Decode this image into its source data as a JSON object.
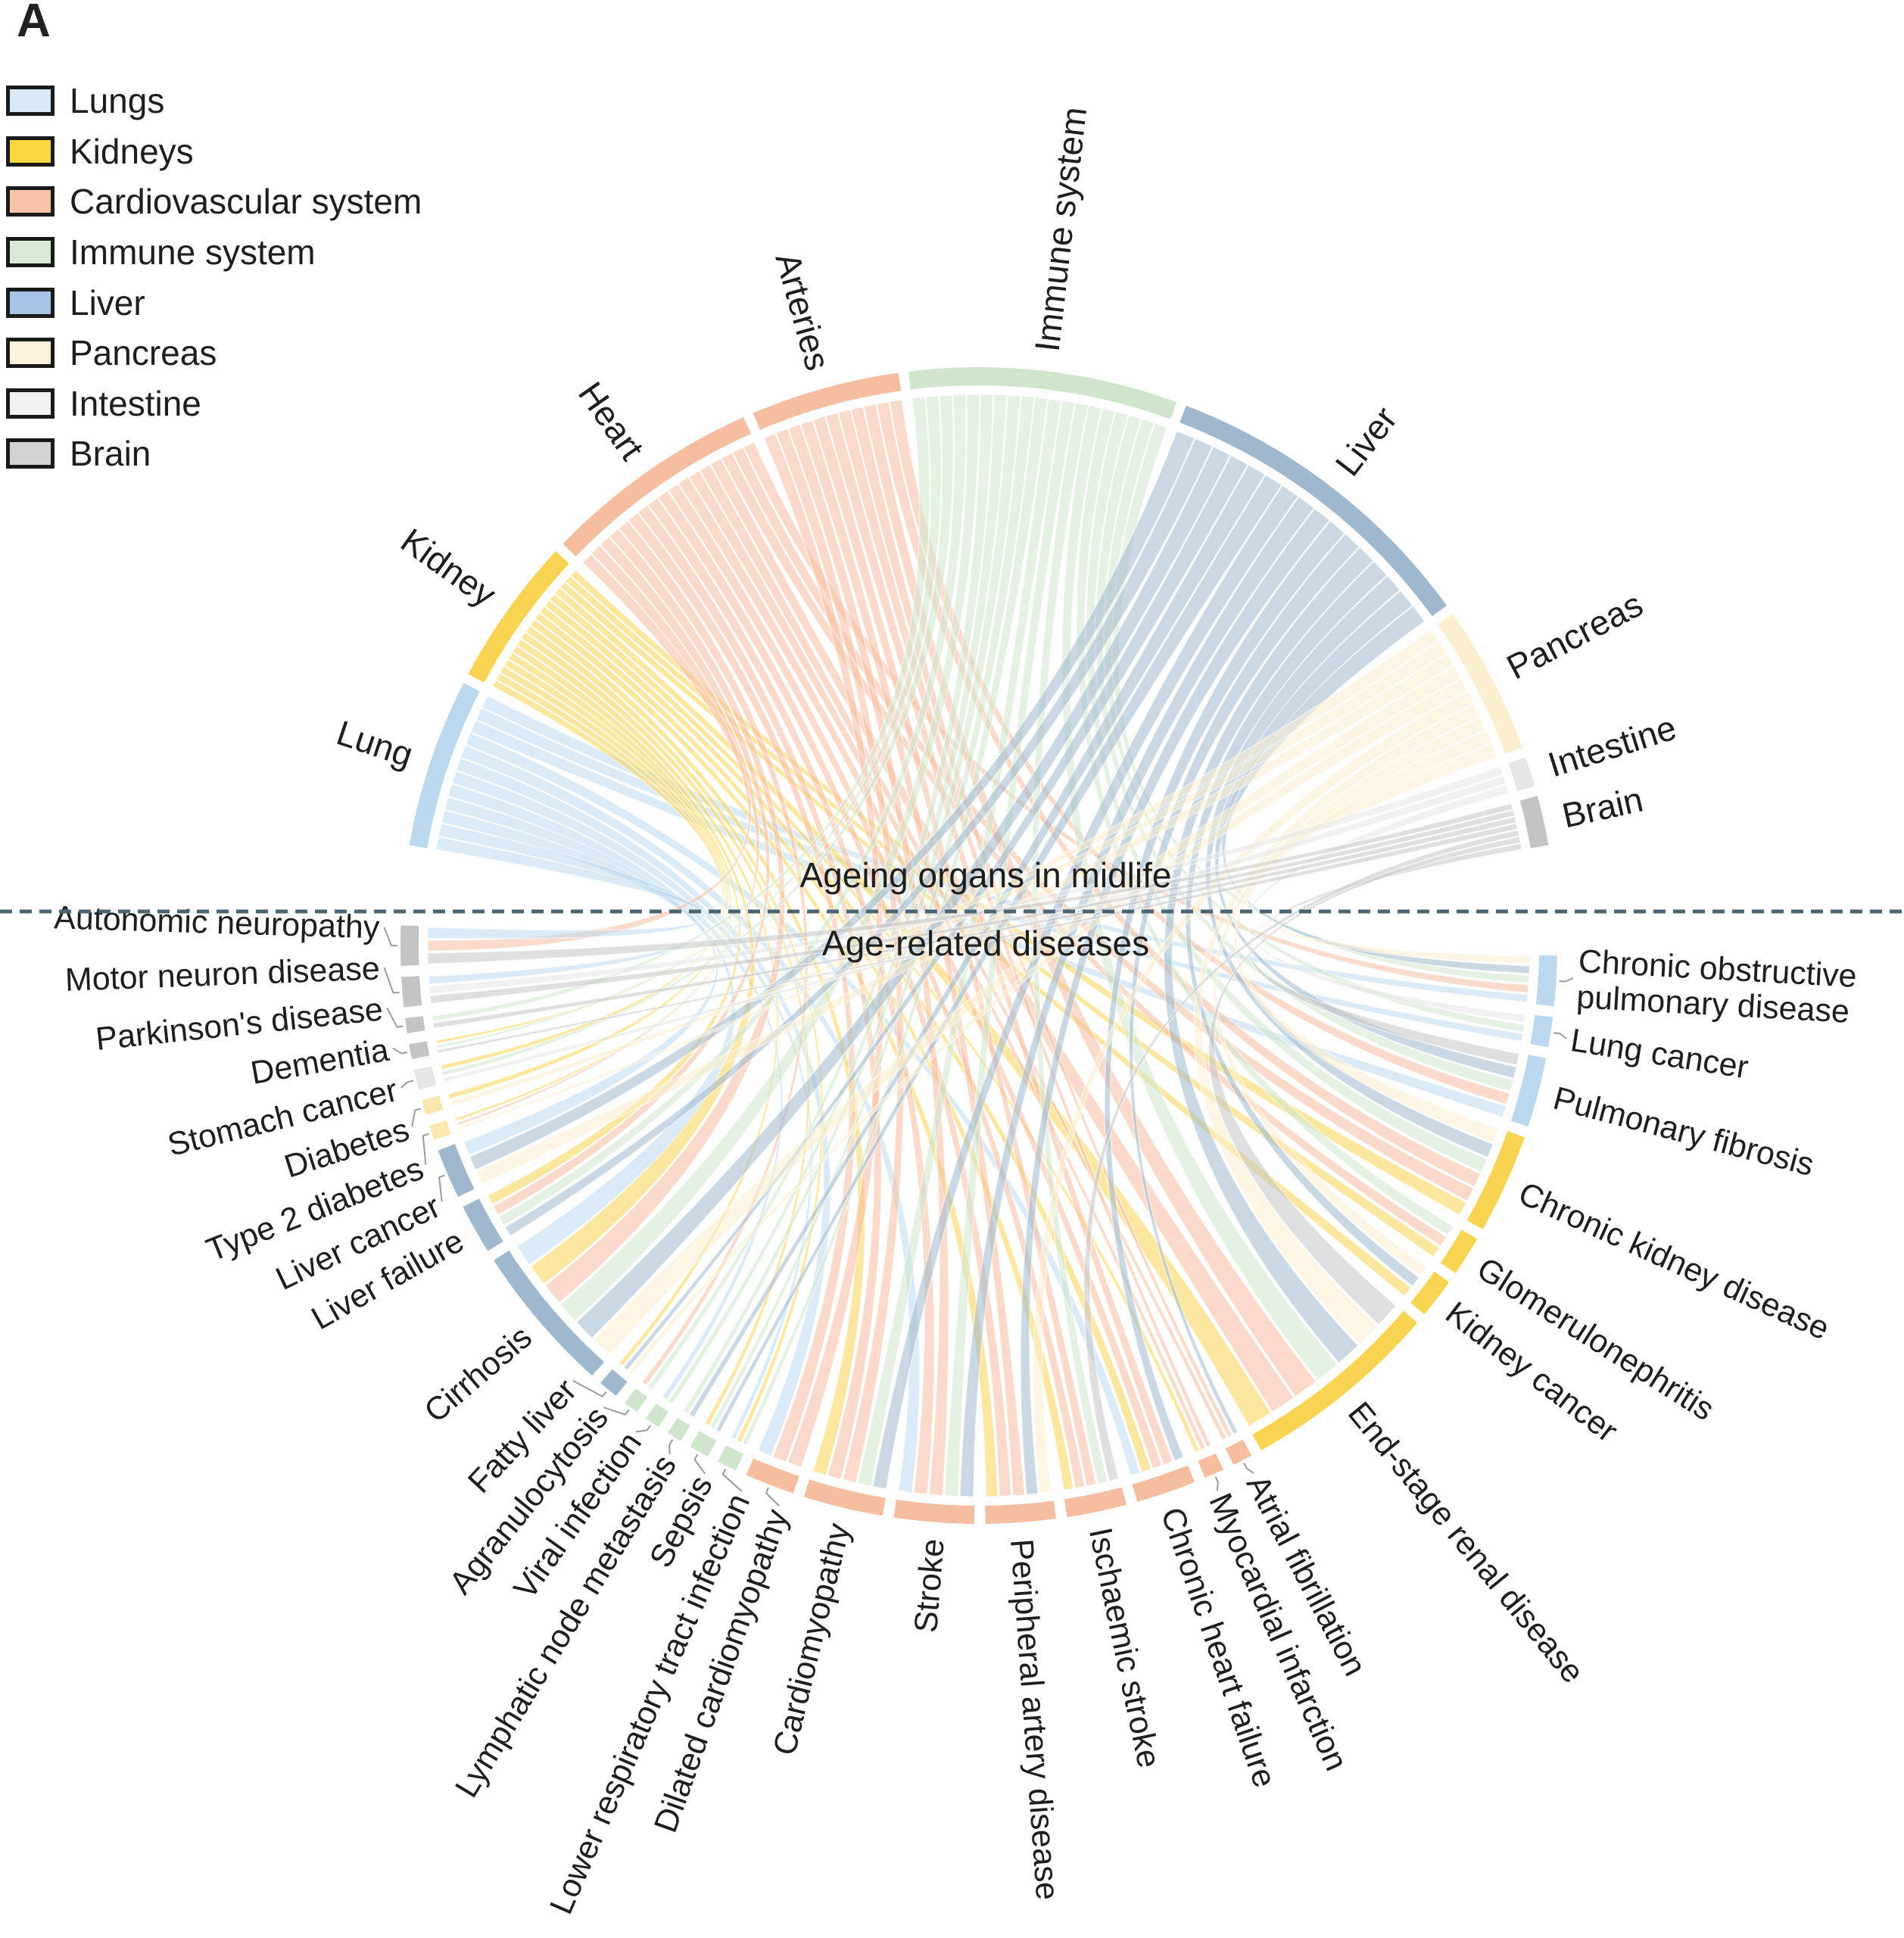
{
  "panel_label": "A",
  "legend": [
    {
      "label": "Lungs",
      "color": "#d7e8f7"
    },
    {
      "label": "Kidneys",
      "color": "#f8d840"
    },
    {
      "label": "Cardiovascular system",
      "color": "#f5c3a6"
    },
    {
      "label": "Immune system",
      "color": "#d6ead4"
    },
    {
      "label": "Liver",
      "color": "#a6c5e6"
    },
    {
      "label": "Pancreas",
      "color": "#fbf1dc"
    },
    {
      "label": "Intestine",
      "color": "#eff1f3"
    },
    {
      "label": "Brain",
      "color": "#d2d2d2"
    }
  ],
  "top_caption": "Ageing organs in midlife",
  "bottom_caption": "Age-related diseases",
  "divider_color": "#4a6572",
  "chart_data": {
    "type": "chord",
    "organs": [
      {
        "label": "Lung",
        "weight": 17,
        "color": "#bcd8ef"
      },
      {
        "label": "Kidney",
        "weight": 15,
        "color": "#f8d452"
      },
      {
        "label": "Heart",
        "weight": 22,
        "color": "#f5bea0"
      },
      {
        "label": "Arteries",
        "weight": 15,
        "color": "#f5bea0"
      },
      {
        "label": "Immune system",
        "weight": 27,
        "color": "#cfe6cc"
      },
      {
        "label": "Liver",
        "weight": 33,
        "color": "#9fb8cd"
      },
      {
        "label": "Pancreas",
        "weight": 15,
        "color": "#fbefcf"
      },
      {
        "label": "Intestine",
        "weight": 3,
        "color": "#e6e6e6"
      },
      {
        "label": "Brain",
        "weight": 5,
        "color": "#c4c4c4"
      }
    ],
    "diseases": [
      {
        "label": "Chronic obstructive\npulmonary disease",
        "weight": 5,
        "color": "#bcd8ef",
        "organs": [
          0,
          4,
          5,
          2,
          6
        ]
      },
      {
        "label": "Lung cancer",
        "weight": 3,
        "color": "#bcd8ef",
        "organs": [
          0,
          4,
          7
        ]
      },
      {
        "label": "Pulmonary fibrosis",
        "weight": 7,
        "color": "#bcd8ef",
        "organs": [
          0,
          4,
          5,
          3,
          8
        ]
      },
      {
        "label": "Chronic kidney disease",
        "weight": 10,
        "color": "#f8d452",
        "organs": [
          1,
          2,
          3,
          5,
          6,
          4
        ]
      },
      {
        "label": "Glomerulonephritis",
        "weight": 4,
        "color": "#f8d452",
        "organs": [
          1,
          4,
          2
        ]
      },
      {
        "label": "Kidney cancer",
        "weight": 4,
        "color": "#f8d452",
        "organs": [
          1,
          5,
          6
        ]
      },
      {
        "label": "End-stage renal disease",
        "weight": 20,
        "color": "#f8d452",
        "organs": [
          1,
          2,
          3,
          5,
          8,
          6,
          4
        ]
      },
      {
        "label": "Atrial fibrillation",
        "weight": 2,
        "color": "#f5bea0",
        "organs": [
          2,
          3,
          5
        ]
      },
      {
        "label": "Myocardial infarction",
        "weight": 2,
        "color": "#f5bea0",
        "organs": [
          2,
          3,
          1
        ]
      },
      {
        "label": "Chronic heart failure",
        "weight": 6,
        "color": "#f5bea0",
        "organs": [
          2,
          3,
          1,
          5,
          0
        ]
      },
      {
        "label": "Ischaemic stroke",
        "weight": 6,
        "color": "#f5bea0",
        "organs": [
          3,
          2,
          1,
          4,
          8
        ]
      },
      {
        "label": "Peripheral artery disease",
        "weight": 7,
        "color": "#f5bea0",
        "organs": [
          3,
          2,
          1,
          6,
          5
        ]
      },
      {
        "label": "Stroke",
        "weight": 8,
        "color": "#f5bea0",
        "organs": [
          3,
          2,
          5,
          4,
          0
        ]
      },
      {
        "label": "Cardiomyopathy",
        "weight": 8,
        "color": "#f5bea0",
        "organs": [
          2,
          3,
          5,
          1,
          4
        ]
      },
      {
        "label": "Dilated cardiomyopathy",
        "weight": 5,
        "color": "#f5bea0",
        "organs": [
          2,
          3,
          0
        ]
      },
      {
        "label": "Lower respiratory tract infection",
        "weight": 2,
        "color": "#cfe6cc",
        "organs": [
          4,
          0,
          1
        ]
      },
      {
        "label": "Sepsis",
        "weight": 2,
        "color": "#cfe6cc",
        "organs": [
          4,
          1,
          5
        ]
      },
      {
        "label": "Lymphatic node metastasis",
        "weight": 1.5,
        "color": "#cfe6cc",
        "organs": [
          4,
          5
        ]
      },
      {
        "label": "Viral infection",
        "weight": 1.5,
        "color": "#cfe6cc",
        "organs": [
          4,
          0
        ]
      },
      {
        "label": "Agranulocytosis",
        "weight": 1.5,
        "color": "#cfe6cc",
        "organs": [
          4,
          2
        ]
      },
      {
        "label": "Fatty liver",
        "weight": 2,
        "color": "#9fb8cd",
        "organs": [
          5,
          6,
          1
        ]
      },
      {
        "label": "Cirrhosis",
        "weight": 15,
        "color": "#9fb8cd",
        "organs": [
          5,
          2,
          4,
          6,
          1,
          0
        ]
      },
      {
        "label": "Liver failure",
        "weight": 5,
        "color": "#9fb8cd",
        "organs": [
          5,
          1,
          4,
          2
        ]
      },
      {
        "label": "Liver cancer",
        "weight": 5,
        "color": "#9fb8cd",
        "organs": [
          5,
          0,
          6
        ]
      },
      {
        "label": "Type 2 diabetes",
        "weight": 1.5,
        "color": "#fbe7b0",
        "organs": [
          6,
          1,
          2
        ]
      },
      {
        "label": "Diabetes",
        "weight": 1.5,
        "color": "#fbe7b0",
        "organs": [
          6,
          1
        ]
      },
      {
        "label": "Stomach cancer",
        "weight": 2,
        "color": "#e6e6e6",
        "organs": [
          7,
          4,
          1
        ]
      },
      {
        "label": "Dementia",
        "weight": 1.5,
        "color": "#c4c4c4",
        "organs": [
          8,
          1,
          4
        ]
      },
      {
        "label": "Parkinson's disease",
        "weight": 1.5,
        "color": "#c4c4c4",
        "organs": [
          8,
          4
        ]
      },
      {
        "label": "Motor neuron disease",
        "weight": 3,
        "color": "#c4c4c4",
        "organs": [
          8,
          0,
          7
        ]
      },
      {
        "label": "Autonomic neuropathy",
        "weight": 4,
        "color": "#c4c4c4",
        "organs": [
          8,
          2,
          0
        ]
      }
    ]
  }
}
